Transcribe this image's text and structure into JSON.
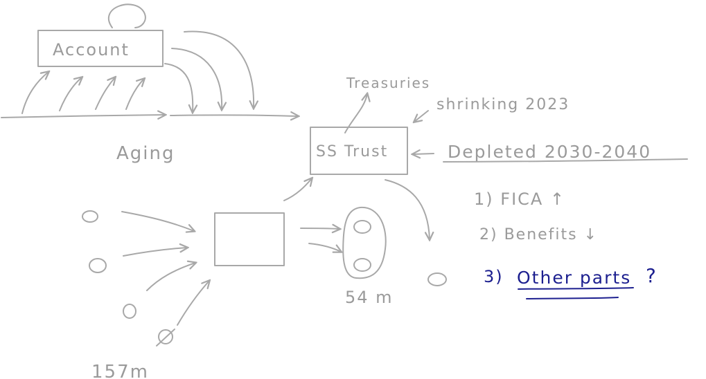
{
  "labels": {
    "account": "Account",
    "aging": "Aging",
    "treasuries": "Treasuries",
    "ss_trust": "SS Trust",
    "shrinking": "shrinking 2023",
    "depleted": "Depleted 2030-2040",
    "fica": "1) FICA ↑",
    "benefits": "2) Benefits ↓",
    "other_num": "3)",
    "other_parts": "Other parts",
    "other_q": "?",
    "count_54m": "54 m",
    "count_157m": "157m"
  },
  "colors": {
    "pencil": "#a8a8a8",
    "ink_blue": "#1c1f8f",
    "background": "#ffffff"
  }
}
